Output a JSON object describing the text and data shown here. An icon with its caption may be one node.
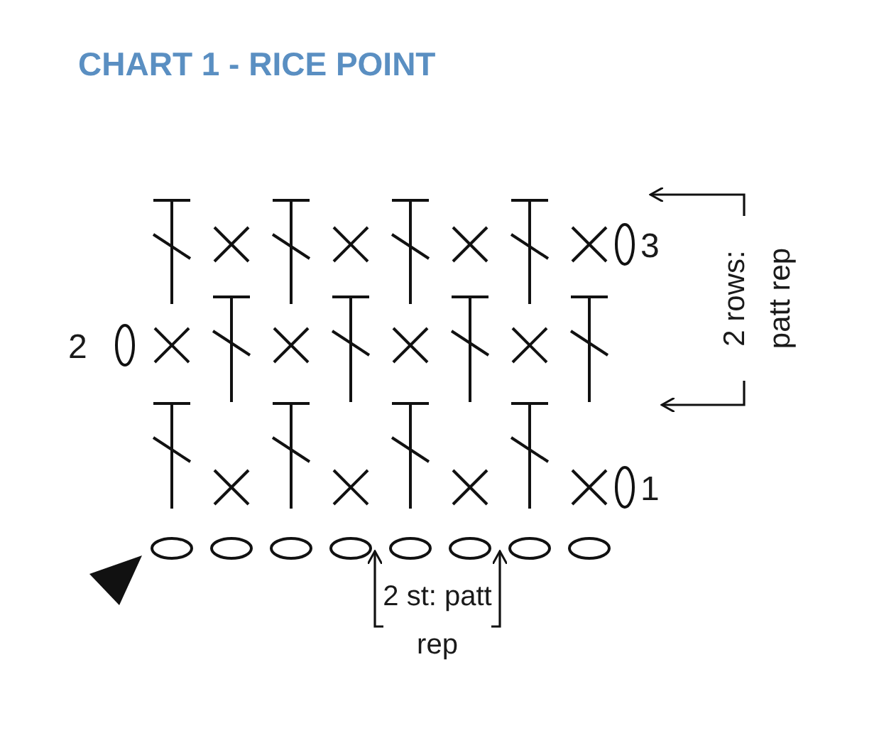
{
  "diagram": {
    "title": "CHART 1 - RICE POINT",
    "labels": [
      "3",
      "2",
      "1",
      "2 rows: patt rep",
      "2 st: patt rep"
    ]
  }
}
